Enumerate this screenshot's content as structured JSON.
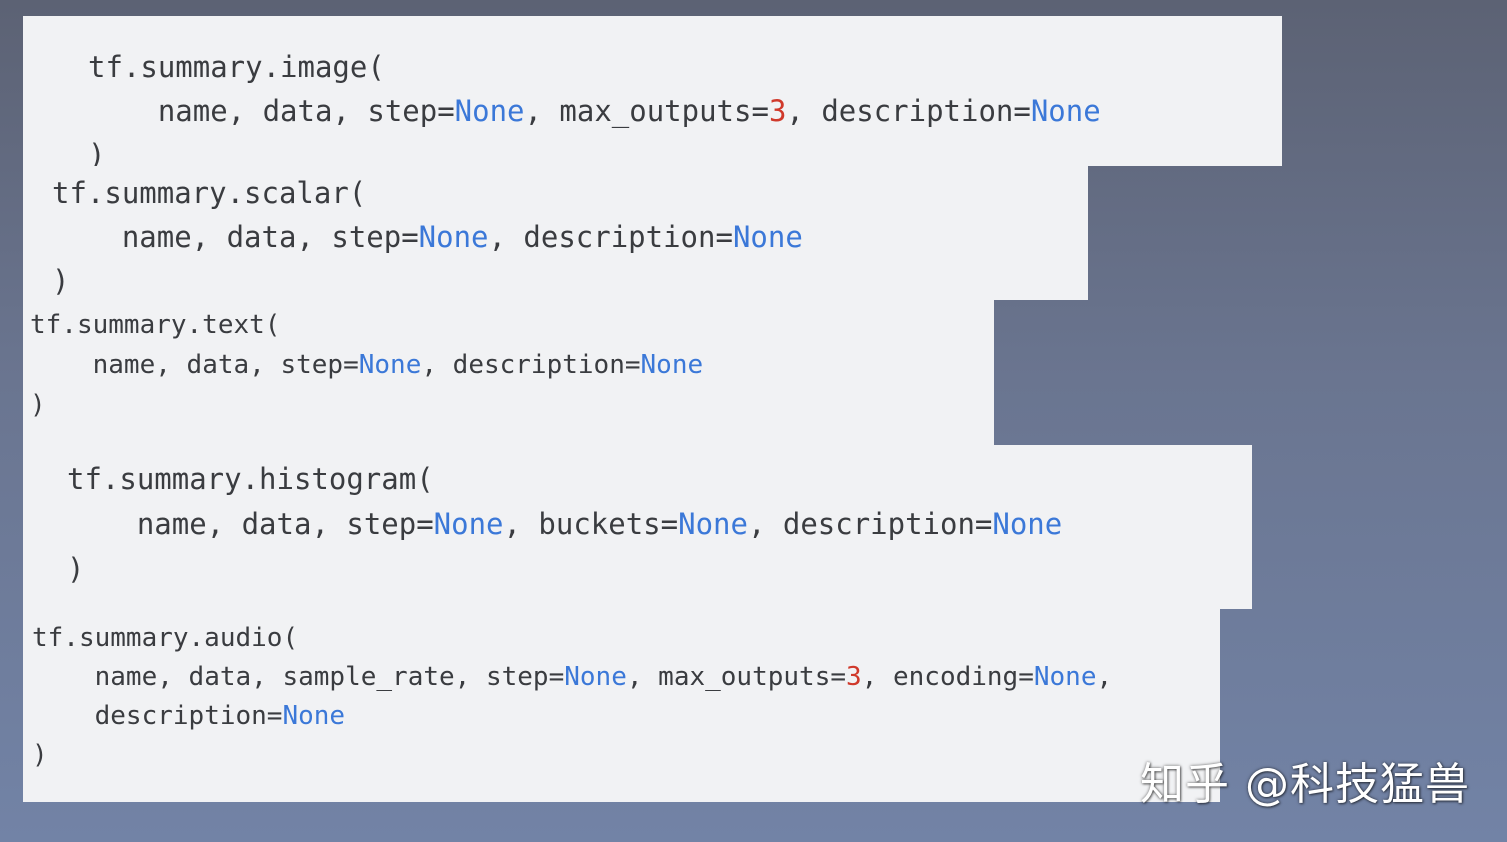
{
  "image": {
    "open": "tf.summary.image(",
    "args": {
      "a": "name, data, step=",
      "k1": "None",
      "b": ", max_outputs=",
      "n1": "3",
      "c": ", description=",
      "k2": "None"
    },
    "close": ")"
  },
  "scalar": {
    "open": "tf.summary.scalar(",
    "args": {
      "a": "name, data, step=",
      "k1": "None",
      "b": ", description=",
      "k2": "None"
    },
    "close": ")"
  },
  "text": {
    "open": "tf.summary.text(",
    "args": {
      "a": "name, data, step=",
      "k1": "None",
      "b": ", description=",
      "k2": "None"
    },
    "close": ")"
  },
  "histogram": {
    "open": "tf.summary.histogram(",
    "args": {
      "a": "name, data, step=",
      "k1": "None",
      "b": ", buckets=",
      "k2": "None",
      "c": ", description=",
      "k3": "None"
    },
    "close": ")"
  },
  "audio": {
    "open": "tf.summary.audio(",
    "args": {
      "a": "name, data, sample_rate, step=",
      "k1": "None",
      "b": ", max_outputs=",
      "n1": "3",
      "c": ", encoding=",
      "k2": "None",
      "d": ","
    },
    "args2": {
      "a": "description=",
      "k1": "None"
    },
    "close": ")"
  },
  "watermark": "知乎 @科技猛兽",
  "colors": {
    "keyword": "#3b78d8",
    "number": "#d0392b",
    "text": "#3a3c40",
    "panel": "#f1f2f4"
  }
}
